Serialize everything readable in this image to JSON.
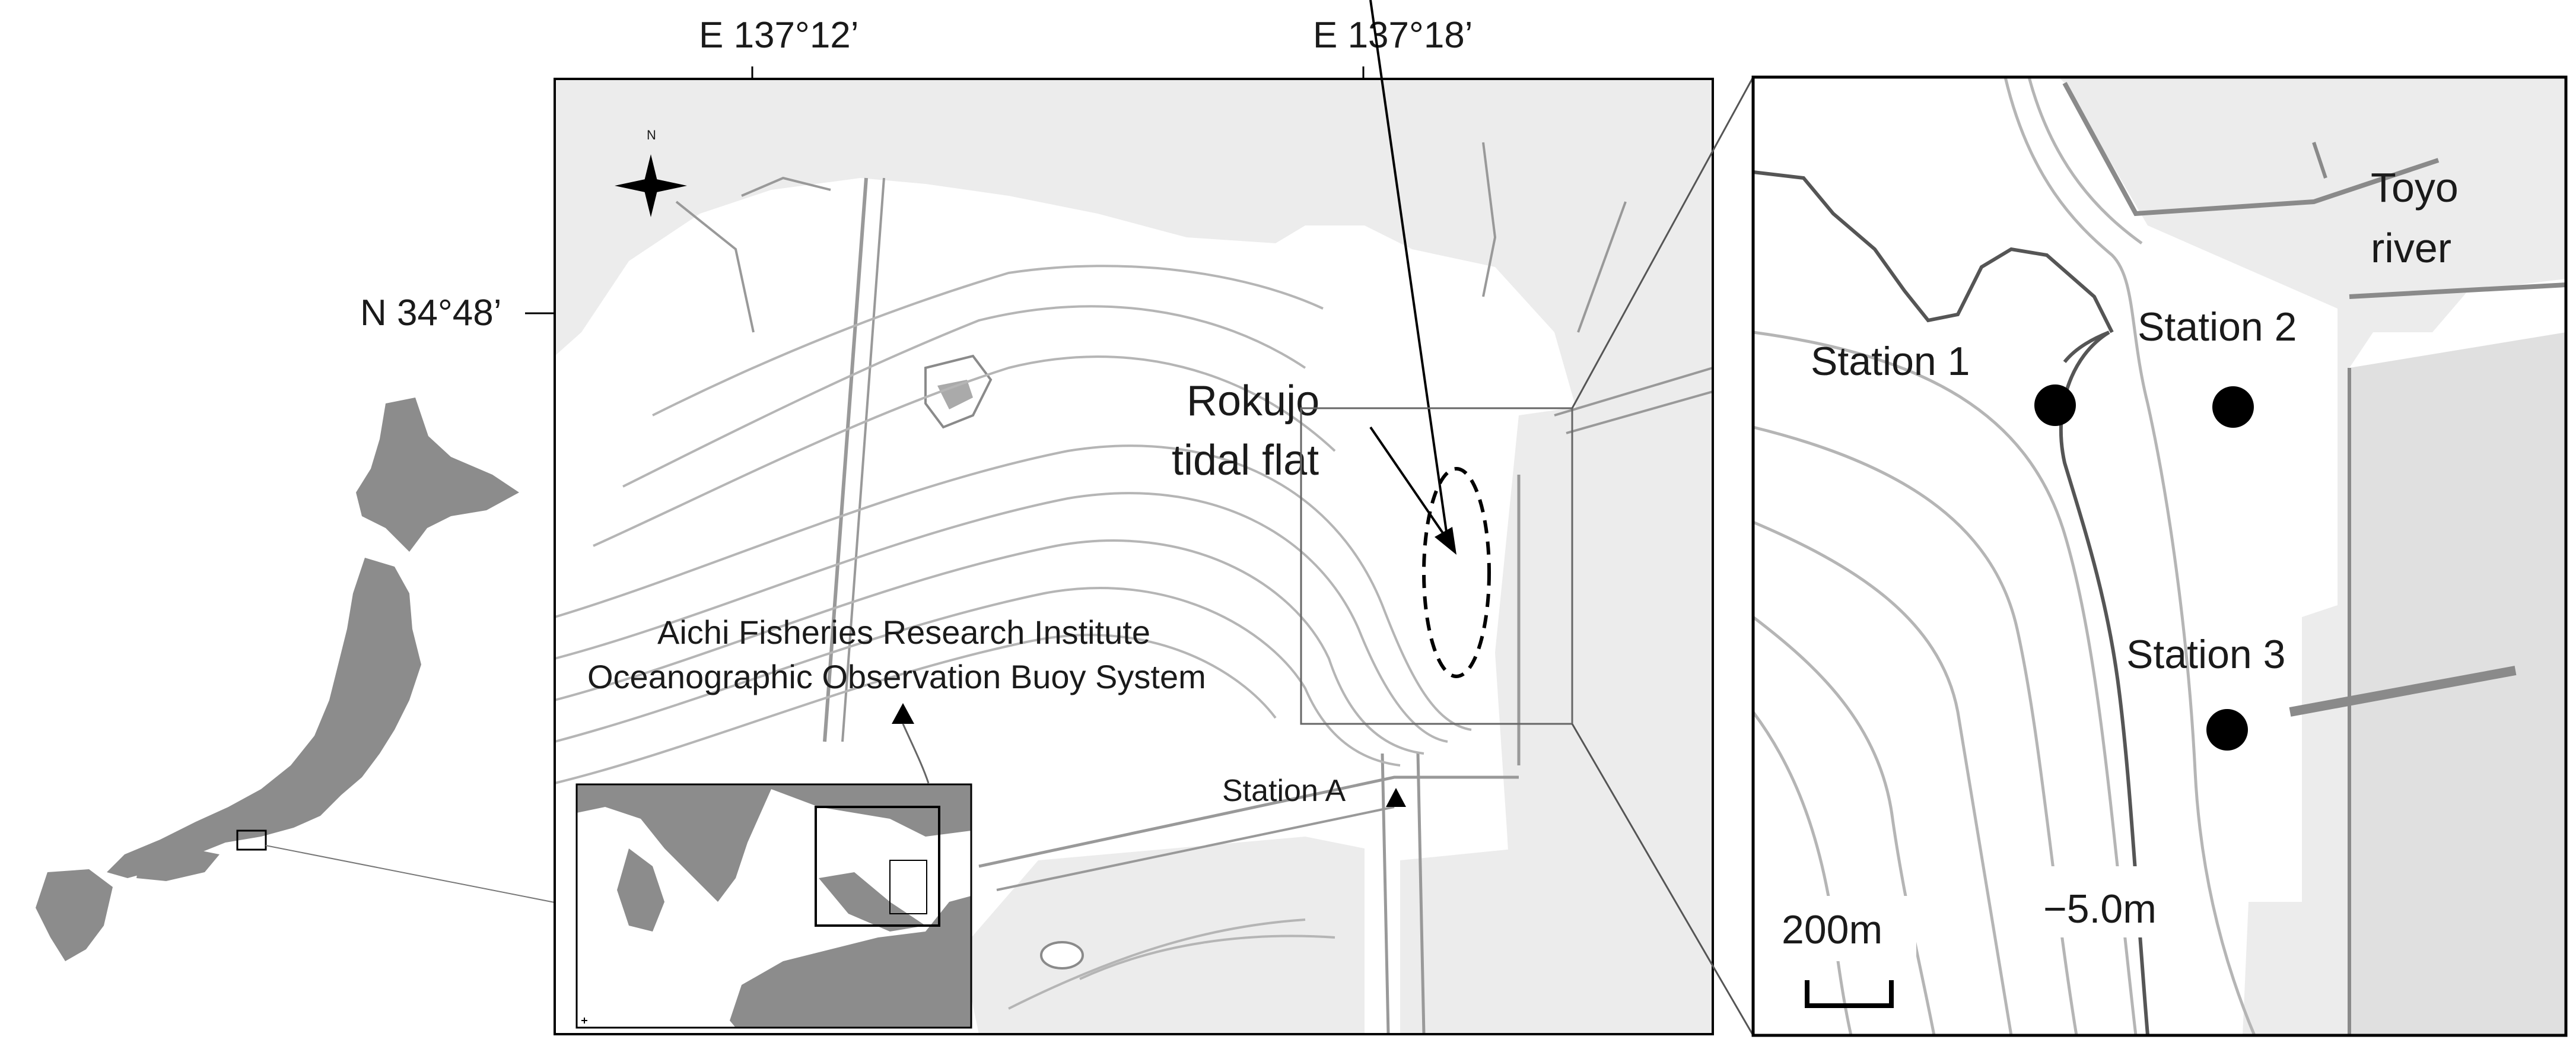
{
  "coordinates": {
    "lon_1": "E 137°12’",
    "lon_2": "E 137°18’",
    "lat_1": "N 34°48’"
  },
  "compass": {
    "north": "N"
  },
  "labels": {
    "rokujo_line1": "Rokujo",
    "rokujo_line2": "tidal flat",
    "buoy_line1": "Aichi Fisheries Research Institute",
    "buoy_line2": "Oceanographic Observation Buoy System",
    "station_a": "Station A",
    "toyo_line1": "Toyo",
    "toyo_line2": "river",
    "station_1": "Station 1",
    "station_2": "Station 2",
    "station_3": "Station 3",
    "depth": "−5.0m",
    "scale": "200m"
  },
  "colors": {
    "land": "#8c8c8c",
    "map_background": "#ececec",
    "contour": "#b5b5b5",
    "water": "#ffffff"
  }
}
